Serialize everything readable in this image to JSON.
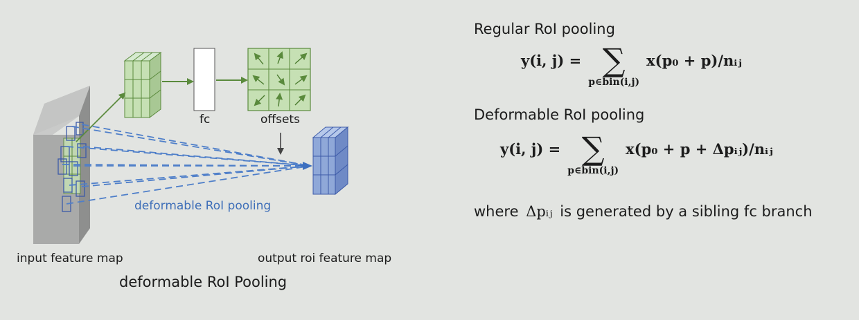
{
  "diagram": {
    "fc_label": "fc",
    "offsets_label": "offsets",
    "deformable_label": "deformable RoI pooling",
    "input_label": "input feature map",
    "output_label": "output roi feature map",
    "caption": "deformable RoI Pooling",
    "colors": {
      "green_fill": "#c6e0b4",
      "green_stroke": "#5a8a3c",
      "blue_fill": "#8fa8d8",
      "blue_stroke": "#3c5aa8",
      "dashed_blue": "#4f7fc9",
      "slab": "#a9aaa9"
    }
  },
  "right": {
    "regular": {
      "heading": "Regular RoI pooling",
      "lhs": "y(i, j) =",
      "sum_sub": "p∈bin(i,j)",
      "rhs": "x(p₀ + p)/nᵢⱼ"
    },
    "deformable": {
      "heading": "Deformable RoI pooling",
      "lhs": "y(i, j) =",
      "sum_sub": "p∈bin(i,j)",
      "rhs": "x(p₀ + p + Δpᵢⱼ)/nᵢⱼ"
    },
    "note_before": "where",
    "note_symbol": "Δpᵢⱼ",
    "note_after": "is generated by a sibling fc branch"
  }
}
